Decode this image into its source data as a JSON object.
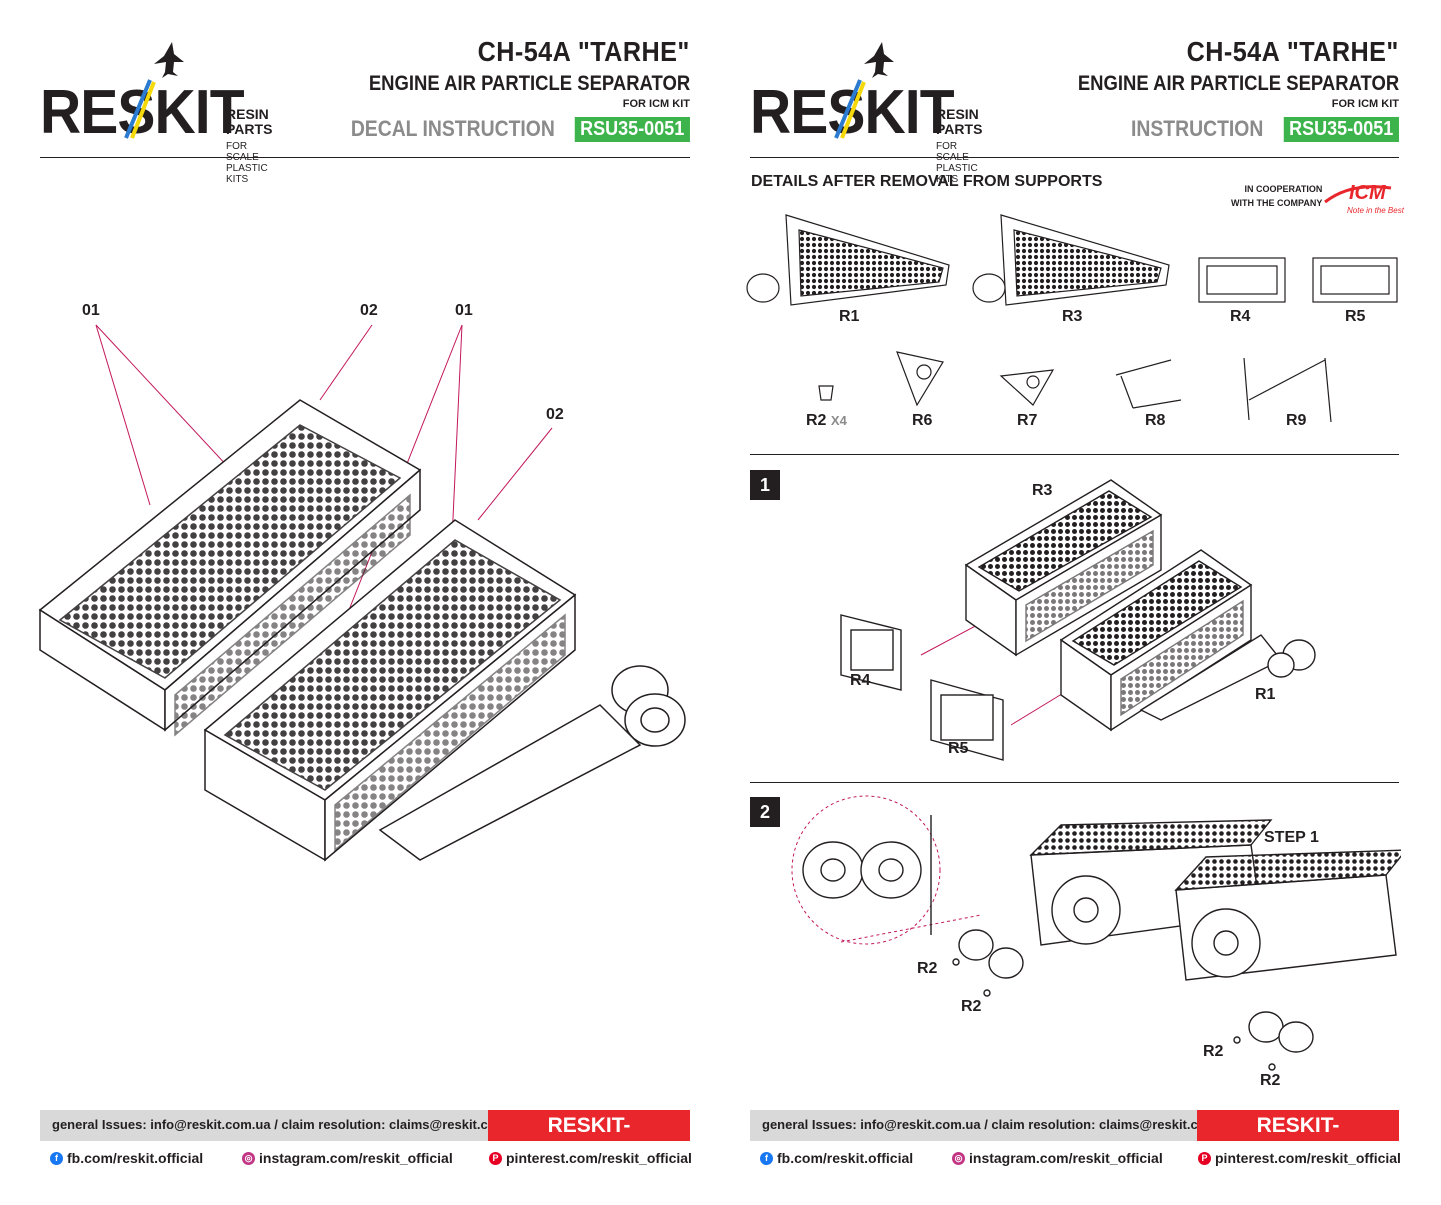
{
  "brand": {
    "word": "RESKIT",
    "tag_line1": "RESIN PARTS",
    "tag_line2": "FOR SCALE PLASTIC KITS"
  },
  "header": {
    "title": "CH-54A \"TARHE\"",
    "subtitle": "ENGINE AIR PARTICLE SEPARATOR",
    "for_kit": "FOR ICM KIT",
    "code": "RSU35-0051"
  },
  "page1": {
    "instruction_label": "DECAL INSTRUCTION",
    "callouts": [
      "01",
      "02",
      "01",
      "02"
    ]
  },
  "page2": {
    "instruction_label": "INSTRUCTION",
    "section_title": "DETAILS AFTER REMOVAL FROM SUPPORTS",
    "coop_line1": "IN COOPERATION",
    "coop_line2": "WITH THE COMPANY",
    "icm_logo": "ICM",
    "icm_slogan": "Note in the Best",
    "parts_row1": [
      "R1",
      "R3",
      "R4",
      "R5"
    ],
    "parts_row2": [
      "R2",
      "R6",
      "R7",
      "R8",
      "R9"
    ],
    "r2_qty": "X4",
    "step1": {
      "number": "1",
      "labels": [
        "R3",
        "R4",
        "R5",
        "R1"
      ]
    },
    "step2": {
      "number": "2",
      "ref": "STEP 1",
      "labels": [
        "R2",
        "R2",
        "R2",
        "R2"
      ]
    }
  },
  "footer": {
    "contact": "general Issues: info@reskit.com.ua / claim resolution: claims@reskit.com.ua",
    "site": "RESKIT-MODELS.COM",
    "facebook": "fb.com/reskit.official",
    "instagram": "instagram.com/reskit_official",
    "pinterest": "pinterest.com/reskit_official"
  },
  "colors": {
    "green": "#3cb44b",
    "red": "#e8262c",
    "magenta": "#c2185b",
    "blue": "#2b7bd1",
    "yellow": "#f5d90a"
  },
  "icons": [
    "fighter-jet-icon",
    "facebook-icon",
    "instagram-icon",
    "pinterest-icon"
  ]
}
